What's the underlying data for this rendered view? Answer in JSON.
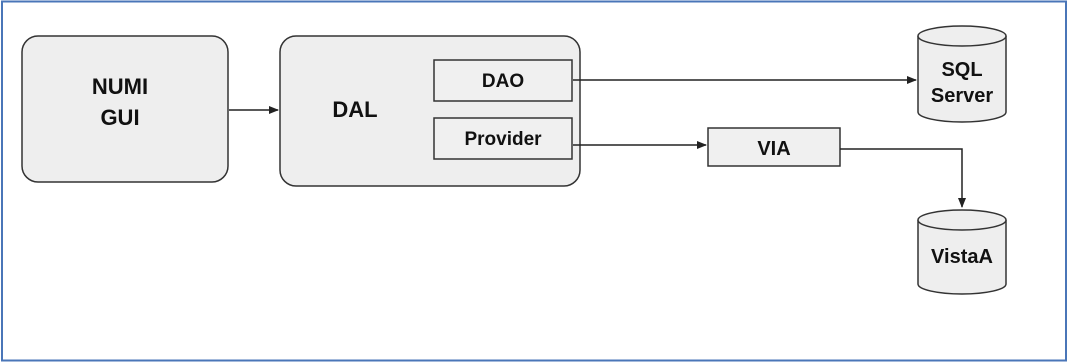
{
  "colors": {
    "frame_border": "#4a76b8",
    "box_fill": "#eeeeee",
    "box_stroke": "#333333",
    "inner_fill": "#f0f0f0",
    "line": "#222222",
    "text": "#111111"
  },
  "nodes": {
    "numi_gui": {
      "line1": "NUMI",
      "line2": "GUI"
    },
    "dal": {
      "label": "DAL"
    },
    "dao": {
      "label": "DAO"
    },
    "provider": {
      "label": "Provider"
    },
    "via": {
      "label": "VIA"
    },
    "sql_server": {
      "line1": "SQL",
      "line2": "Server"
    },
    "vista_a": {
      "label": "VistaA"
    }
  },
  "edges": [
    {
      "from": "numi_gui",
      "to": "dal"
    },
    {
      "from": "dao",
      "to": "sql_server"
    },
    {
      "from": "provider",
      "to": "via"
    },
    {
      "from": "via",
      "to": "vista_a"
    }
  ]
}
